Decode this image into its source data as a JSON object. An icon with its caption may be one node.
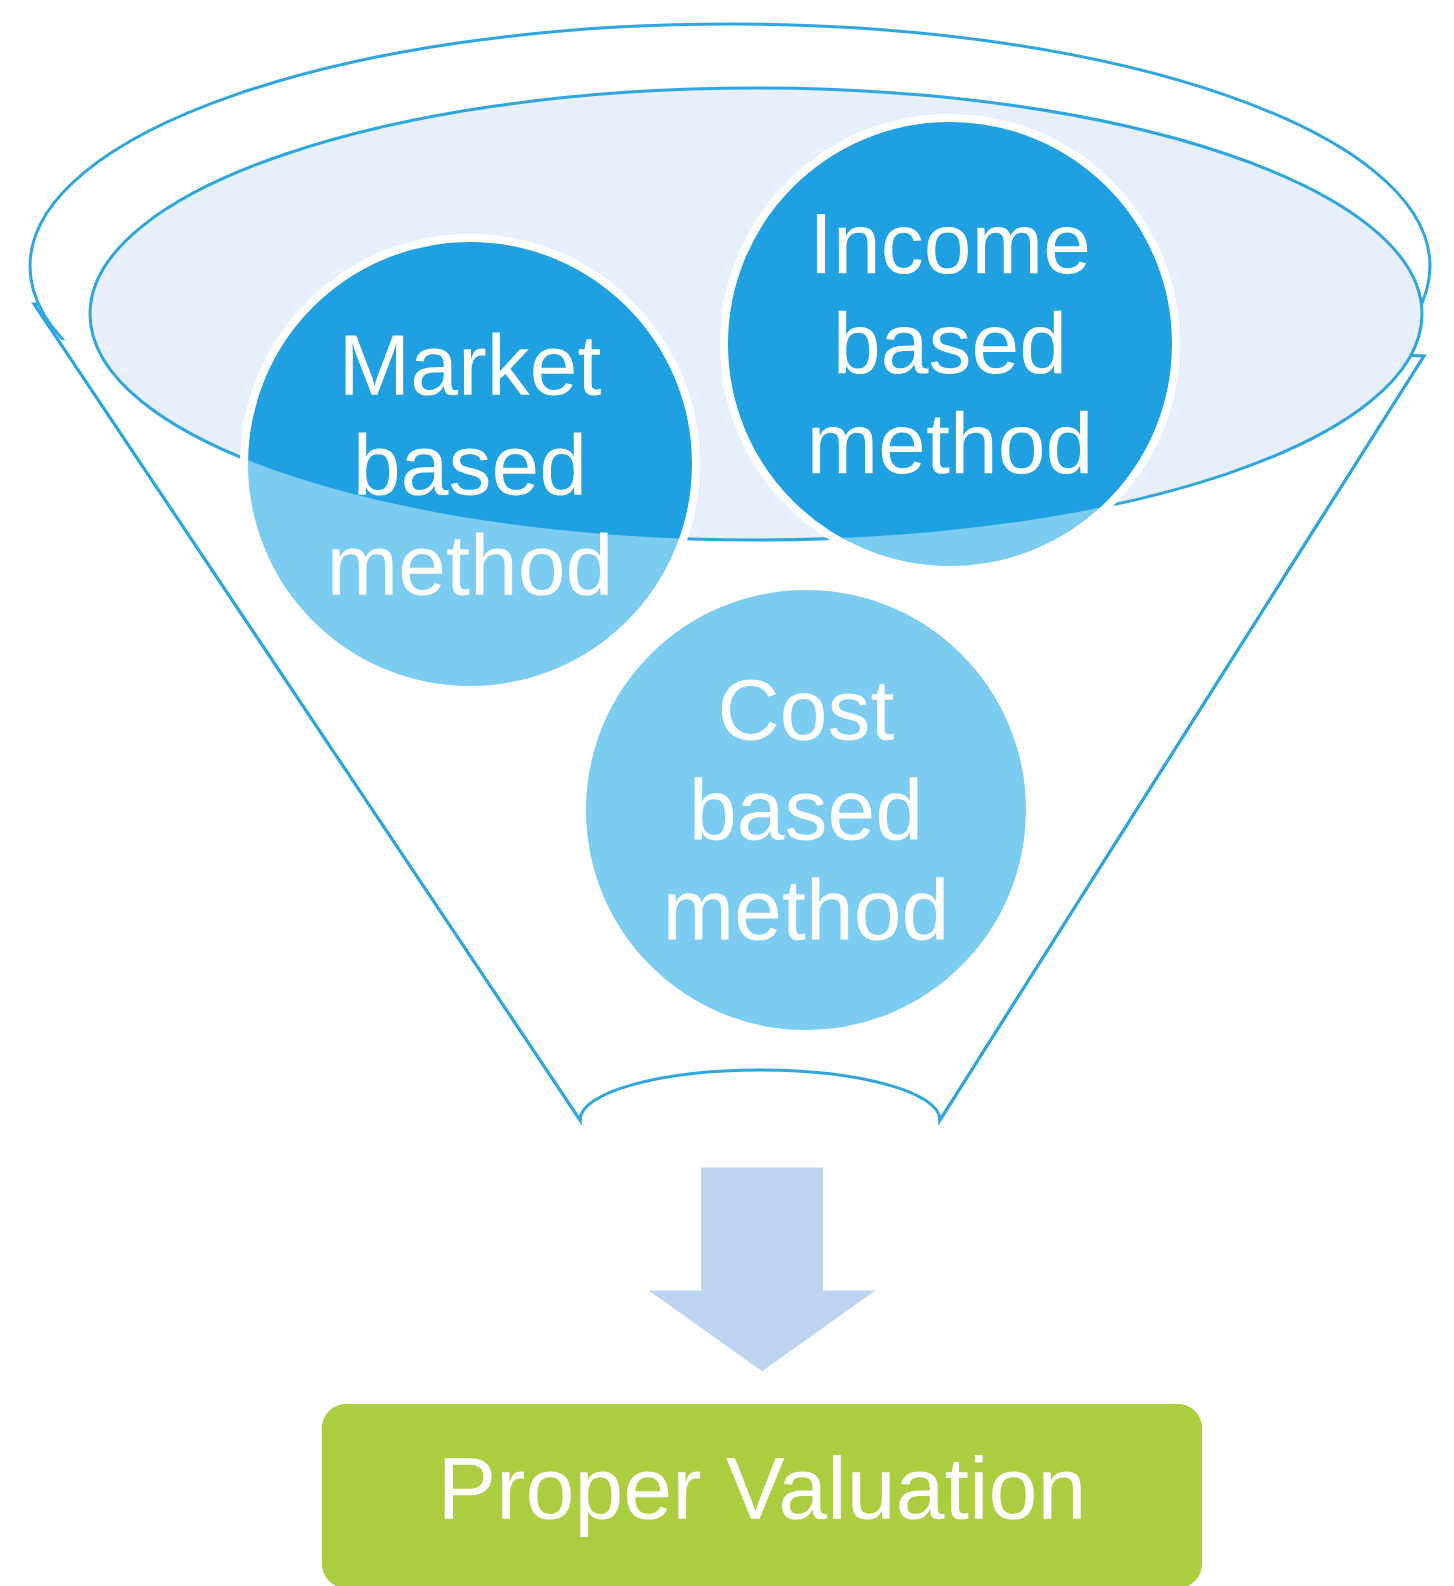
{
  "diagram": {
    "nodes": [
      {
        "text": [],
        "shape": "funnel"
      },
      {
        "text": [
          "Market based method"
        ],
        "in": 0
      },
      {
        "text": [
          "Income based method"
        ]
      },
      {
        "text": [
          "Cost based method"
        ],
        "in": 0
      },
      {
        "text": [
          "Proper Valuation"
        ]
      }
    ],
    "edges": [
      {
        "from": 0,
        "to": 4,
        "arrow": "to",
        "style": "thick",
        "color": "#bcd4ef"
      }
    ]
  }
}
